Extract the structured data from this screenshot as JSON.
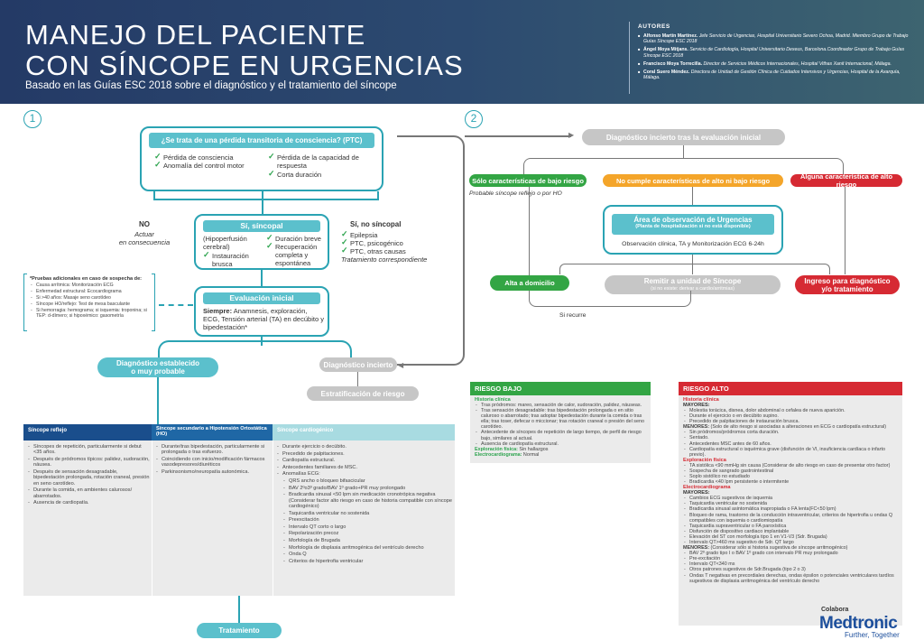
{
  "header": {
    "title": "MANEJO DEL PACIENTE\nCON SÍNCOPE EN URGENCIAS",
    "subtitle": "Basado en las Guías ESC 2018 sobre el diagnóstico y el tratamiento del síncope",
    "authors_label": "AUTORES",
    "authors": [
      {
        "name": "Alfonso Martín Martínez.",
        "role": "Jefe Servicio de Urgencias, Hospital Universitario Severo Ochoa, Madrid. Miembro Grupo de Trabajo Guías Síncope ESC 2018"
      },
      {
        "name": "Ángel Moya Mitjans.",
        "role": "Servicio de Cardiología, Hospital Universitario Dexeus, Barcelona.Coordinador Grupo de Trabajo Guías Síncope ESC 2018"
      },
      {
        "name": "Francisco Moya Torrecilla.",
        "role": "Director de Servicios Médicos Internacionales, Hospital Vithas Xanit Internacional, Málaga."
      },
      {
        "name": "Coral Suero Méndez.",
        "role": "Directora de Unidad de Gestión Clínica de Cuidados Intensivos y Urgencias, Hospital de la Axarquía, Málaga."
      }
    ]
  },
  "section1": {
    "num": "1",
    "ptc_question": "¿Se trata de una pérdida transitoria de consciencia? (PTC)",
    "ptc_checks_left": [
      "Pérdida de consciencia",
      "Anomalía del control motor"
    ],
    "ptc_checks_right": [
      "Pérdida de la capacidad de respuesta",
      "Corta duración"
    ],
    "no_label": "NO",
    "no_text": "Actuar\nen consecuencia",
    "si_sincopal": "Sí, síncopal",
    "sincopal_plain": "(Hipoperfusión\ncerebral)",
    "sincopal_checks_left": [
      "Instauración brusca"
    ],
    "sincopal_checks_right": [
      "Duración breve",
      "Recuperación completa y espontánea"
    ],
    "si_no_sincopal": "Sí,  no síncopal",
    "no_sincopal_checks": [
      "Epilepsia",
      "PTC, psicogénico",
      "PTC, otras causas"
    ],
    "no_sincopal_note": "Tratamiento correspondiente",
    "evaluacion_inicial": "Evaluación inicial",
    "evaluacion_bold": "Siempre:",
    "evaluacion_text": " Anamnesis, exploración, ECG, Tensión arterial (TA) en decúbito y bipedestación*",
    "pruebas_title": "*Pruebas adicionales en caso de sospecha de:",
    "pruebas_items": [
      "Causa arrítmica: Monitorización ECG",
      "Enfermedad estructural: Ecocardiograma",
      "Si >40 años: Masaje seno carotídeo",
      "Síncope HO/reflejo: Test de mesa basculante",
      "Si hemorragia: hemograma; si isquemia: troponina; si TEP: d-dímero; si hipoxémico: gasometría"
    ],
    "diag_establecido": "Diagnóstico establecido\no muy probable",
    "diag_incierto": "Diagnóstico incierto",
    "estratificacion": "Estratificación de riesgo",
    "tratamiento": "Tratamiento"
  },
  "section2": {
    "num": "2",
    "diag_incierto_tras": "Diagnóstico incierto tras la evaluación inicial",
    "bajo_riesgo": "Sólo características de bajo riesgo",
    "bajo_riesgo_note": "Probable síncope reflejo o por HO",
    "ni_alto_ni_bajo": "No cumple características de alto ni bajo riesgo",
    "alto_riesgo": "Alguna característica de alto riesgo",
    "area_obs_title": "Área de observación de Urgencias",
    "area_obs_sub": "(Planta de hospitalización si no está disponible)",
    "area_obs_note": "Observación clínica, TA y Monitorización ECG 6-24h",
    "alta": "Alta a domicilio",
    "remitir": "Remitir a unidad de Síncope",
    "remitir_sub": "(si no existe: derivar a cardio/arritmias)",
    "ingreso": "Ingreso para diagnóstico\ny/o tratamiento",
    "si_recurre": "Si recurre"
  },
  "table": {
    "headers": [
      "Síncope reflejo",
      "Síncope secundario a Hipotensión Ortostática (HO)",
      "Síncope cardiogénico"
    ],
    "col1": [
      "Síncopes de repetición, particularmente si debut <35 años.",
      "Después de pródromos típicos: palidez, sudoración, náusea.",
      "Después de sensación desagradable, bipedestación prolongada, rotación craneal, presión en seno carotídeo.",
      "Durante la comida, en ambientes calurosos/ abarrotados.",
      "Ausencia de cardiopatía."
    ],
    "col2": [
      "Durante/tras bipedestación, particularmente si prolongada o tras esfuerzo.",
      "Coincidiendo con inicio/modificación fármacos vasodepresores/diuréticos",
      "Parkinsonismo/neuropatía autonómica."
    ],
    "col3": [
      "Durante ejercicio o decúbito.",
      "Precedido de palpitaciones.",
      "Cardiopatía estructural.",
      "Antecedentes familiares de MSC.",
      "Anomalías ECG:"
    ],
    "col3_sub": [
      "QRS ancho o bloqueo bifascicular",
      "BAV 2ºo3º grado/BAV 1º grado+PR muy prolongado",
      "Bradicardia sinusal <50 lpm sin medicación cronotrópica negativa (Considerar factor alto riesgo en caso de historia compatible con síncope cardiogénico)",
      "Taquicardia ventricular no sostenida",
      "Preexcitación",
      "Intervalo QT corto o largo",
      "Repolarización precoz",
      "Morfología de Brugada",
      "Morfología de displasia arritmogénica del ventrículo derecho",
      "Onda Q",
      "Criterios de hipertrofia ventricular"
    ]
  },
  "riesgo_bajo": {
    "title": "RIESGO BAJO",
    "historia_label": "Historia clínica",
    "historia": [
      "Tras pródromos: mareo, sensación de calor, sudoración, palidez, náuseas.",
      "Tras sensación desagradable: tras bipedestación prolongada o en sitio caluroso o abarrotado; tras adoptar bipedestación durante la comida o tras ella; tras toser, defecar o miccionar; tras rotación craneal o presión del seno carotídeo.",
      "Antecedente de síncopes de repetición de largo tiempo, de perfil de riesgo bajo, similares al actual.",
      "Ausencia de cardiopatía estructural."
    ],
    "exploracion_label": "Exploración física:",
    "exploracion": " Sin hallazgos",
    "ecg_label": "Electrocardiograma:",
    "ecg": " Normal"
  },
  "riesgo_alto": {
    "title": "RIESGO ALTO",
    "historia_label": "Historia clínica",
    "mayores_label": "MAYORES:",
    "mayores": [
      "Molestia torácica, disnea, dolor abdominal o cefalea de nueva aparición.",
      "Durante el ejercicio o en decúbito supino.",
      "Precedido de palpitaciones de instauración brusca."
    ],
    "menores_label": "MENORES:",
    "menores_intro": " (Solo de alto riesgo si asociadas a alteraciones en ECG o cardiopatía estructural)",
    "menores": [
      "Sin pródromos/pródromos corta duración.",
      "Sentado.",
      "Antecedentes MSC antes de 60 años.",
      "Cardiopatía estructural o isquémica grave (disfunción de VI, insuficiencia cardíaca o infarto previo)."
    ],
    "exploracion_label": "Exploración física",
    "exploracion": [
      "TA sistólica <90 mmHg sin causa (Considerar de alto riesgo en caso de presentar otro factor)",
      "Sospecha de sangrado gastrointestinal",
      "Soplo sistólico no estudiado",
      "Bradicardia <40 lpm persistente o intermitente"
    ],
    "ecg_label": "Electrocardiograma",
    "ecg_mayores_label": "MAYORES:",
    "ecg_mayores": [
      "Cambios ECG sugestivos de isquemia",
      "Taquicardia ventricular no sostenida",
      "Bradicardia sinusal asintomática inapropiada  o FA lenta(FC<50 lpm)",
      "Bloqueo de rama, trastorno de la conducción intraventricular, criterios de hipertrofia u ondas Q compatibles con isquemia o cardiomiopatía",
      "Taquicardia supraventricular o FA paroxística",
      "Disfunción de dispositivo cardiaco implantable",
      "Elevación del ST con morfología tipo 1 en V1-V3 (Sdr. Brugada)",
      "Intervalo QT>460 ms sugestivo de Sdr. QT largo"
    ],
    "ecg_menores_label": "MENORES:",
    "ecg_menores_intro": " (Considerar sólo si historia sugestiva de síncope arritmogénico)",
    "ecg_menores": [
      "BAV 2º grado tipo I o BAV 1º grado con intervalo PR muy prolongado",
      "Pre-excitación",
      "Intervalo QT<340 ms",
      "Otros patrones sugestivos de Sdr.Brugada (tipo 2 o 3)",
      "Ondas T negativas en precordiales derechas, ondas épsilon o potenciales ventriculares tardíos sugestivos de displasia arritmogénica del ventrículo derecho"
    ]
  },
  "footer": {
    "colabora": "Colabora",
    "brand": "Medtronic",
    "tagline": "Further, Together"
  },
  "colors": {
    "teal": "#2aa3b3",
    "teal_light": "#5bc0cc",
    "green": "#33a544",
    "orange": "#f4a52a",
    "red": "#d62a33",
    "grey": "#c6c6c6",
    "navy": "#243a66"
  }
}
